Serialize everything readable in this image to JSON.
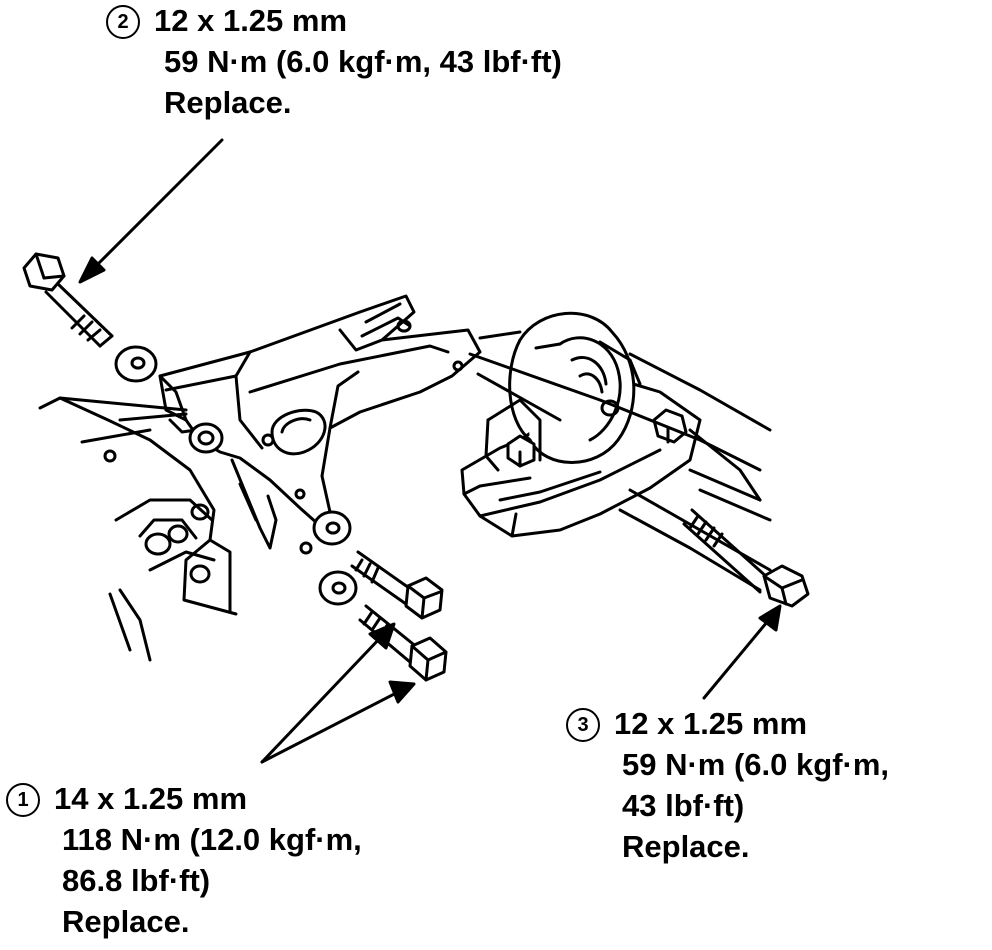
{
  "callouts": {
    "c1": {
      "number": "1",
      "lines": [
        "14 x 1.25 mm",
        "118 N·m (12.0 kgf·m,",
        "86.8 lbf·ft)",
        "Replace."
      ]
    },
    "c2": {
      "number": "2",
      "lines": [
        "12 x 1.25 mm",
        "59 N·m (6.0 kgf·m, 43 lbf·ft)",
        "Replace."
      ]
    },
    "c3": {
      "number": "3",
      "lines": [
        "12 x 1.25 mm",
        "59 N·m (6.0 kgf·m,",
        "43 lbf·ft)",
        "Replace."
      ]
    }
  },
  "colors": {
    "ink": "#000000",
    "paper": "#ffffff"
  }
}
